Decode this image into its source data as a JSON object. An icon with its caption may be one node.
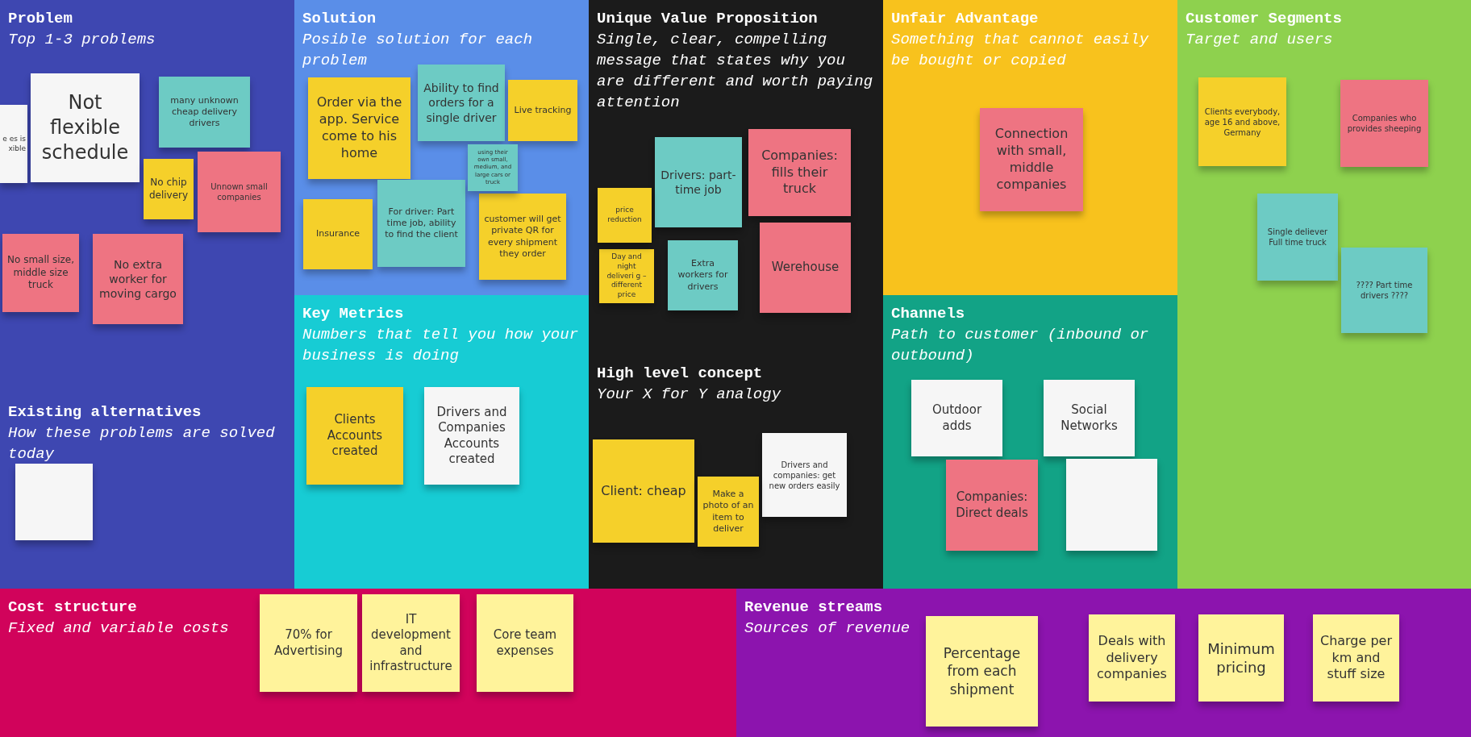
{
  "diagram": {
    "nodes": [
      {
        "text": [
          "Problem",
          "Top 1-3 problems"
        ]
      },
      {
        "text": [
          "e es is xible"
        ],
        "in": 0
      },
      {
        "text": [
          "Not flexible schedule"
        ],
        "in": 0
      },
      {
        "text": [
          "many unknown cheap delivery drivers"
        ],
        "in": 0
      },
      {
        "text": [
          "No chip delivery"
        ],
        "in": 0
      },
      {
        "text": [
          "Unnown small companies"
        ],
        "in": 0
      },
      {
        "text": [
          "No small size, middle size truck"
        ],
        "in": 0
      },
      {
        "text": [
          "No extra worker for moving cargo"
        ],
        "in": 0
      },
      {
        "text": [
          "Existing alternatives",
          "How these problems are solved today"
        ]
      },
      {
        "text": [],
        "shape": "box",
        "in": 8
      },
      {
        "text": [
          "Solution",
          "Posible solution for each problem"
        ]
      },
      {
        "text": [
          "Order via the app. Service come to his home"
        ],
        "in": 10
      },
      {
        "text": [
          "Ability to find orders for a single driver"
        ],
        "in": 10
      },
      {
        "text": [
          "Live tracking"
        ],
        "in": 10
      },
      {
        "text": [
          "using their own small, medium, and large cars or truck"
        ],
        "in": 10
      },
      {
        "text": [
          "Insurance"
        ],
        "in": 10
      },
      {
        "text": [
          "For driver: Part time job, ability to find the client"
        ],
        "in": 10
      },
      {
        "text": [
          "customer will get private QR for every shipment they order"
        ],
        "in": 10
      },
      {
        "text": [
          "Key Metrics",
          "Numbers that tell you how your business is doing"
        ]
      },
      {
        "text": [
          "Clients Accounts created"
        ],
        "in": 18
      },
      {
        "text": [
          "Drivers and Companies Accounts created"
        ],
        "in": 18
      },
      {
        "text": [
          "Unique Value Proposition",
          "Single, clear, compelling message that states why you are different and worth paying attention"
        ]
      },
      {
        "text": [
          "Companies: fills their truck"
        ],
        "in": 21
      },
      {
        "text": [
          "Drivers: part-time job"
        ],
        "in": 21
      },
      {
        "text": [
          "price reduction"
        ],
        "in": 21
      },
      {
        "text": [
          "Werehouse"
        ],
        "in": 21
      },
      {
        "text": [
          "Day and night deliveri g – different price"
        ],
        "in": 21
      },
      {
        "text": [
          "Extra workers for drivers"
        ],
        "in": 21
      },
      {
        "text": [
          "High level concept",
          "Your X for Y analogy"
        ]
      },
      {
        "text": [
          "Client: cheap"
        ],
        "in": 28
      },
      {
        "text": [
          "Make a photo of an item to deliver"
        ],
        "in": 28
      },
      {
        "text": [
          "Drivers and companies: get new orders easily"
        ],
        "in": 28
      },
      {
        "text": [
          "Unfair Advantage",
          "Something that cannot easily be bought or copied"
        ]
      },
      {
        "text": [
          "Connection with small, middle companies"
        ],
        "in": 32
      },
      {
        "text": [
          "Channels",
          "Path to customer (inbound or outbound)"
        ]
      },
      {
        "text": [
          "Outdoor adds"
        ],
        "in": 34
      },
      {
        "text": [
          "Social Networks"
        ],
        "in": 34
      },
      {
        "text": [
          "Companies: Direct deals"
        ],
        "in": 34
      },
      {
        "text": [],
        "shape": "box",
        "in": 34
      },
      {
        "text": [
          "Customer Segments",
          "Target and users"
        ]
      },
      {
        "text": [
          "Clients everybody, age 16 and above, Germany"
        ],
        "in": 39
      },
      {
        "text": [
          "Companies who provides sheeping"
        ],
        "in": 39
      },
      {
        "text": [
          "Single deliever Full time truck"
        ],
        "in": 39
      },
      {
        "text": [
          "???? Part time drivers ????"
        ],
        "in": 39
      },
      {
        "text": [
          "Cost structure",
          "Fixed and variable costs"
        ]
      },
      {
        "text": [
          "70% for Advertising"
        ],
        "in": 44
      },
      {
        "text": [
          "IT development and infrastructure"
        ],
        "in": 44
      },
      {
        "text": [
          "Core team expenses"
        ],
        "in": 44
      },
      {
        "text": [
          "Revenue streams",
          "Sources of revenue"
        ]
      },
      {
        "text": [
          "Percentage from each shipment"
        ],
        "in": 48
      },
      {
        "text": [
          "Deals with delivery companies"
        ],
        "in": 48
      },
      {
        "text": [
          "Minimum pricing"
        ],
        "in": 48
      },
      {
        "text": [
          "Charge per km and stuff size"
        ],
        "in": 48
      }
    ],
    "edges": []
  }
}
